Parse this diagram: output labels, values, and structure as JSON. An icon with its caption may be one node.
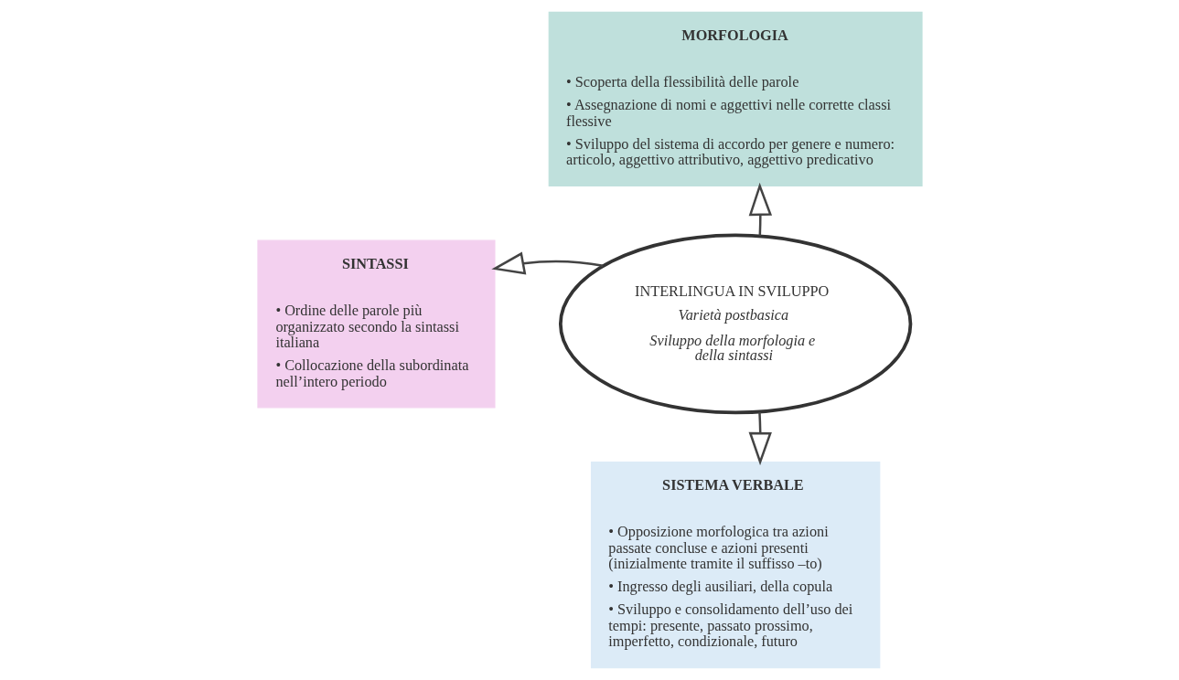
{
  "diagram": {
    "nodes": [
      {
        "text": [
          "MORFOLOGIA",
          "• Scoperta della flessibilità delle parole",
          "• Assegnazione di nomi e aggettivi nelle corrette classi flessive",
          "• Sviluppo del sistema di accordo per genere e numero: articolo, aggettivo attributivo, aggettivo predicativo"
        ]
      },
      {
        "text": [
          "SINTASSI",
          "• Ordine delle parole più organizzato secondo la sintassi italiana",
          "• Collocazione della subordinata nell’intero periodo"
        ]
      },
      {
        "text": [
          "INTERLINGUA IN SVILUPPO",
          "Varietà postbasica",
          "Sviluppo della morfologia e della sintassi"
        ]
      },
      {
        "text": [
          "SISTEMA VERBALE",
          "• Opposizione morfologica tra azioni passate concluse e azioni presenti (inizialmente tramite il suffisso –to)",
          "• Ingresso degli ausiliari, della copula",
          "• Sviluppo e consolidamento dell’uso dei tempi: presente, passato prossimo, imperfetto, condizionale, futuro"
        ]
      }
    ],
    "edges": [
      {
        "from": 2,
        "to": 0,
        "arrow": "to"
      },
      {
        "from": 2,
        "to": 1,
        "arrow": "to"
      },
      {
        "from": 2,
        "to": 3,
        "arrow": "to"
      }
    ]
  }
}
